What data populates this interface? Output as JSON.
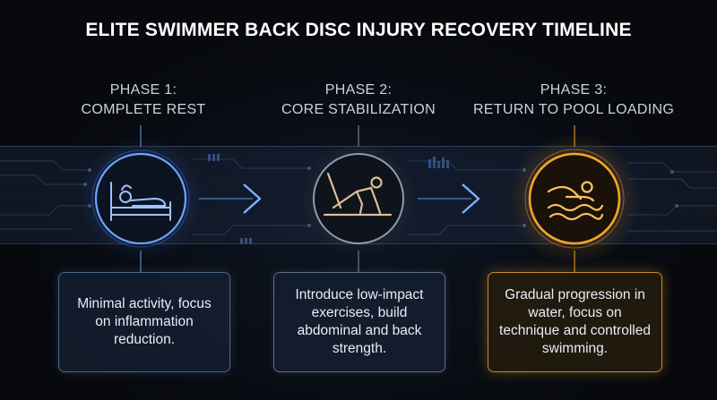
{
  "title": "ELITE SWIMMER BACK DISC INJURY RECOVERY TIMELINE",
  "phases": [
    {
      "label_line1": "PHASE 1:",
      "label_line2": "COMPLETE REST",
      "description": "Minimal activity, focus on inflammation reduction.",
      "icon": "bed-rest-icon",
      "color": "#6fa3ff"
    },
    {
      "label_line1": "PHASE 2:",
      "label_line2": "CORE STABILIZATION",
      "description": "Introduce low-impact exercises, build abdominal and back strength.",
      "icon": "plank-exercise-icon",
      "color": "#d9b98c"
    },
    {
      "label_line1": "PHASE 3:",
      "label_line2": "RETURN TO POOL LOADING",
      "description": "Gradual progression in water, focus on technique and controlled swimming.",
      "icon": "swimmer-icon",
      "color": "#f5a623"
    }
  ],
  "arrows": [
    "chevron-right-icon",
    "chevron-right-icon"
  ]
}
